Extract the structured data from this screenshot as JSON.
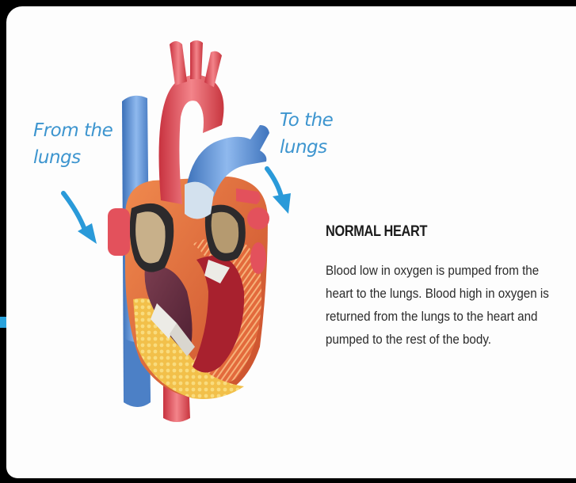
{
  "labels": {
    "from": "From the lungs",
    "to": "To the lungs"
  },
  "caption": {
    "title": "NORMAL HEART",
    "body": "Blood low in oxygen is pumped from the heart to the lungs. Blood high in oxygen is returned from the lungs to the heart and pumped to the rest of the body."
  },
  "icons": {
    "arrow_from": "curved-arrow-icon",
    "arrow_to": "curved-arrow-icon"
  },
  "colors": {
    "arrow": "#2a9ad9",
    "artery": "#e4535c",
    "vein": "#5b95d8",
    "muscle": "#d9643a",
    "fat": "#f4c850",
    "label_text": "#3d95cf"
  }
}
